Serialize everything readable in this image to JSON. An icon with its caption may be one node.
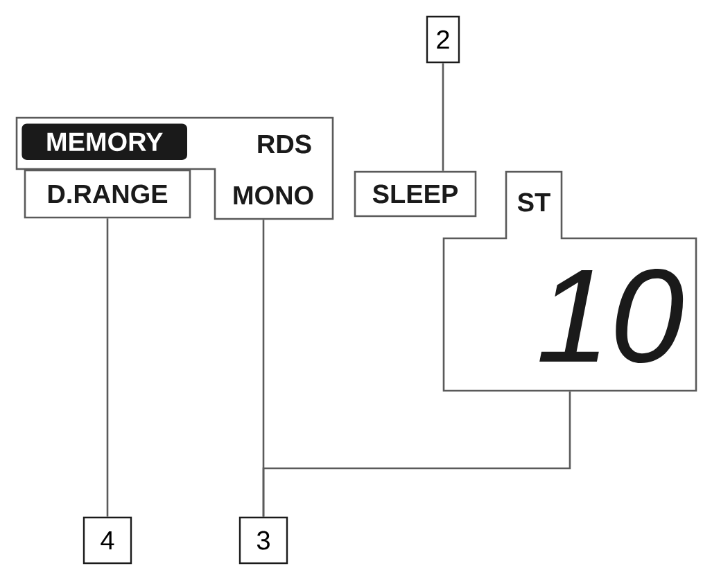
{
  "diagram": {
    "nodes": [
      {
        "text": [
          "2"
        ]
      },
      {
        "text": [
          "SLEEP"
        ]
      },
      {
        "text": [
          "RDS",
          "MONO"
        ]
      },
      {
        "text": [
          "MEMORY"
        ],
        "in": 2
      },
      {
        "text": [
          "D.RANGE"
        ]
      },
      {
        "text": [
          "ST",
          "10"
        ]
      },
      {
        "text": [
          "4"
        ]
      },
      {
        "text": [
          "3"
        ]
      }
    ],
    "edges": [
      {
        "from": 0,
        "to": 1,
        "arrow": "none"
      },
      {
        "from": 6,
        "to": 4,
        "arrow": "none"
      },
      {
        "from": 7,
        "to": 2,
        "arrow": "none"
      },
      {
        "from": 7,
        "to": 5,
        "arrow": "none"
      }
    ]
  }
}
